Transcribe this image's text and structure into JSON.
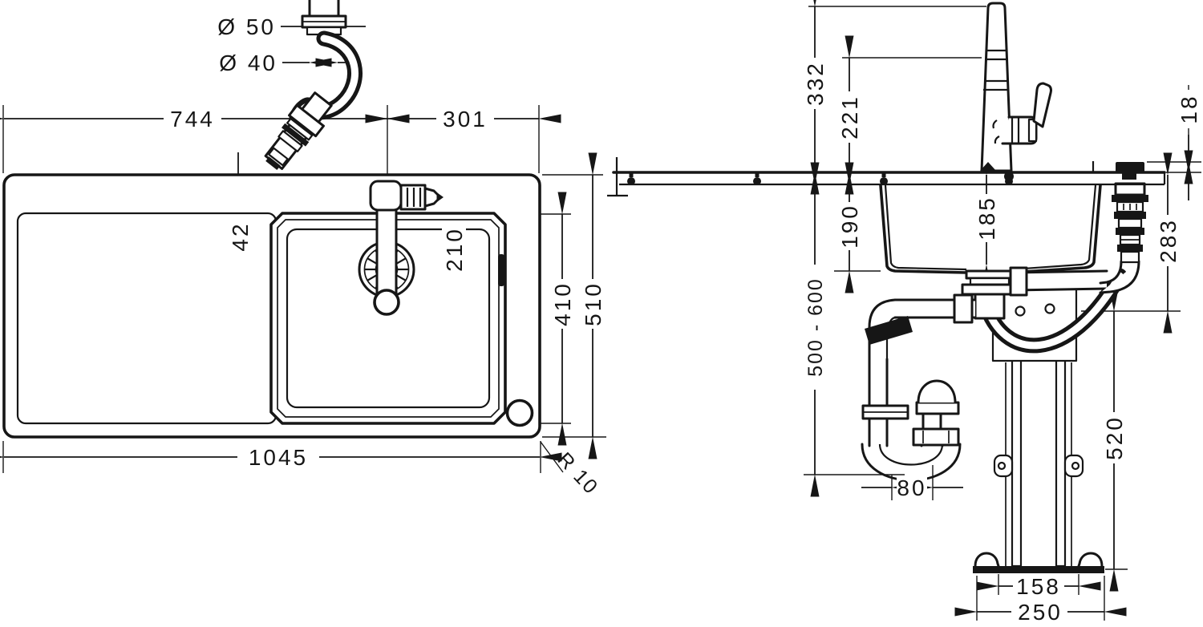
{
  "page": {
    "background": "#ffffff",
    "ink": "#161616"
  },
  "plan_view": {
    "dims": {
      "dia_outer": "Ø 50",
      "dia_inner": "Ø 40",
      "back_left": "744",
      "back_right": "301",
      "faucet_offset": "42",
      "faucet_to_drain": "210",
      "bowl_width": "410",
      "overall_depth": "510",
      "overall_length": "1045",
      "corner_radius": "R 10"
    }
  },
  "elevation_view": {
    "dims": {
      "faucet_height": "332",
      "spout_height": "221",
      "rim_height": "18",
      "bowl_depth_front": "190",
      "bowl_depth_center": "185",
      "waste_depth": "283",
      "worktop_height": "500 - 600",
      "column_height": "520",
      "trap_offset": "80",
      "base_width_inner": "158",
      "base_width_outer": "250"
    }
  }
}
